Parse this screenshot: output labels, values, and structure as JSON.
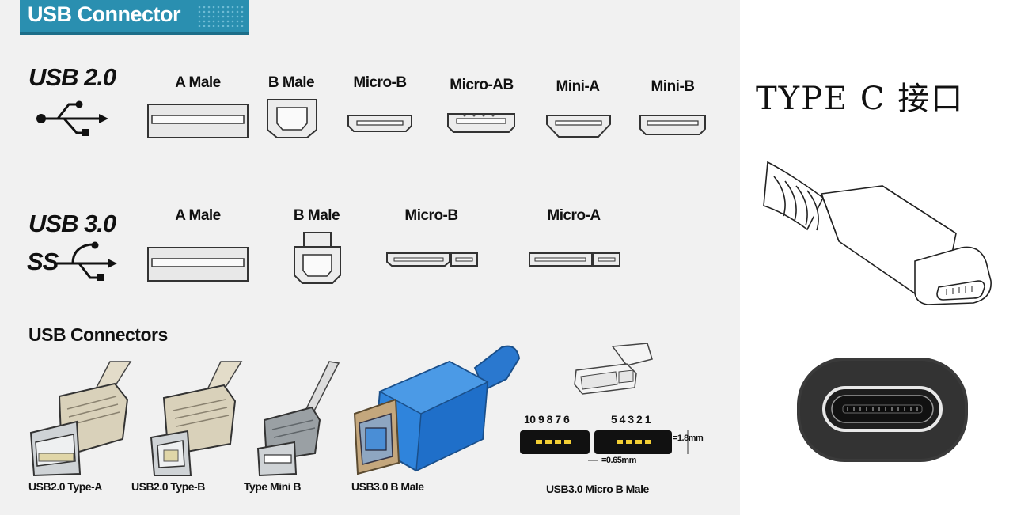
{
  "banner": {
    "title": "USB Connector"
  },
  "usb2": {
    "version": "USB 2.0",
    "connectors": [
      "A Male",
      "B Male",
      "Micro-B",
      "Micro-AB",
      "Mini-A",
      "Mini-B"
    ]
  },
  "usb3": {
    "version": "USB 3.0",
    "ss_label": "SS",
    "connectors": [
      "A Male",
      "B Male",
      "Micro-B",
      "Micro-A"
    ]
  },
  "connectors_section": {
    "title": "USB Connectors",
    "captions": [
      "USB2.0 Type-A",
      "USB2.0 Type-B",
      "Type Mini B",
      "USB3.0 B Male",
      "USB3.0 Micro B Male"
    ],
    "pin_left": "10 9 8 7 6",
    "pin_right": "5 4 3 2 1",
    "dim_height": "=1.8mm",
    "dim_gap": "=0.65mm"
  },
  "type_c": {
    "title": "TYPE C 接口"
  },
  "colors": {
    "banner": "#2a8fb0",
    "usb3_plug": "#1f6fc9",
    "type_c_port": "#3a3a3a"
  }
}
